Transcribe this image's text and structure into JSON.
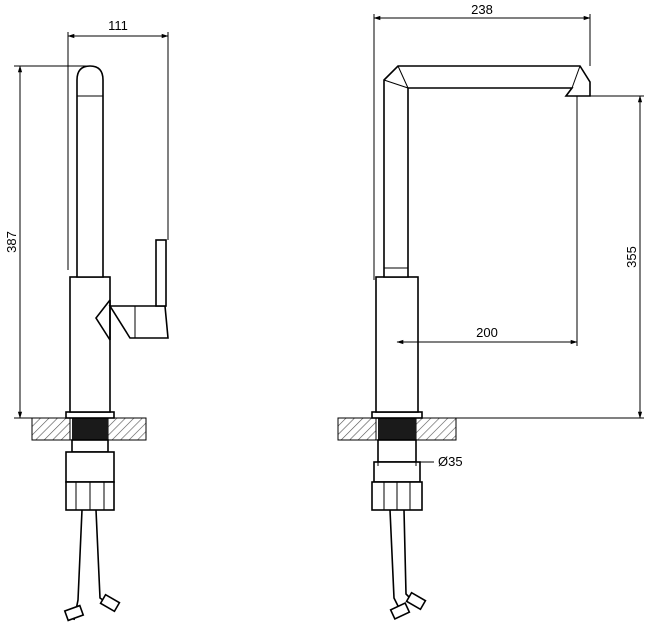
{
  "dimensions": {
    "side_width": "111",
    "side_height": "387",
    "front_width": "238",
    "front_height": "355",
    "front_reach": "200",
    "base_diameter": "Ø35"
  },
  "colors": {
    "line": "#000000",
    "background": "#ffffff",
    "hatch": "#555555",
    "dark_fill": "#1a1a1a"
  }
}
